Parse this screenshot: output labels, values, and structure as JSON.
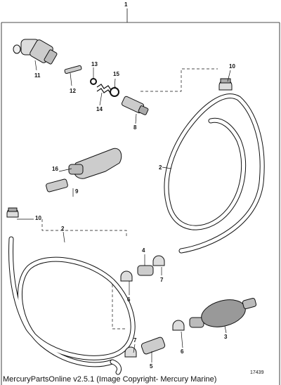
{
  "diagram": {
    "assembly_label": "1",
    "figure_id": "17439",
    "parts": [
      {
        "key": "p11",
        "label": "11"
      },
      {
        "key": "p12",
        "label": "12"
      },
      {
        "key": "p13",
        "label": "13"
      },
      {
        "key": "p14",
        "label": "14"
      },
      {
        "key": "p15",
        "label": "15"
      },
      {
        "key": "p8",
        "label": "8"
      },
      {
        "key": "p10a",
        "label": "10"
      },
      {
        "key": "p16",
        "label": "16"
      },
      {
        "key": "p9",
        "label": "9"
      },
      {
        "key": "p2a",
        "label": "2"
      },
      {
        "key": "p10b",
        "label": "10"
      },
      {
        "key": "p2b",
        "label": "2"
      },
      {
        "key": "p4",
        "label": "4"
      },
      {
        "key": "p6a",
        "label": "6"
      },
      {
        "key": "p7a",
        "label": "7"
      },
      {
        "key": "p3",
        "label": "3"
      },
      {
        "key": "p7b",
        "label": "7"
      },
      {
        "key": "p6b",
        "label": "6"
      },
      {
        "key": "p5",
        "label": "5"
      }
    ]
  },
  "footer": {
    "text": "MercuryPartsOnline v2.5.1 (Image Copyright- Mercury Marine)"
  }
}
